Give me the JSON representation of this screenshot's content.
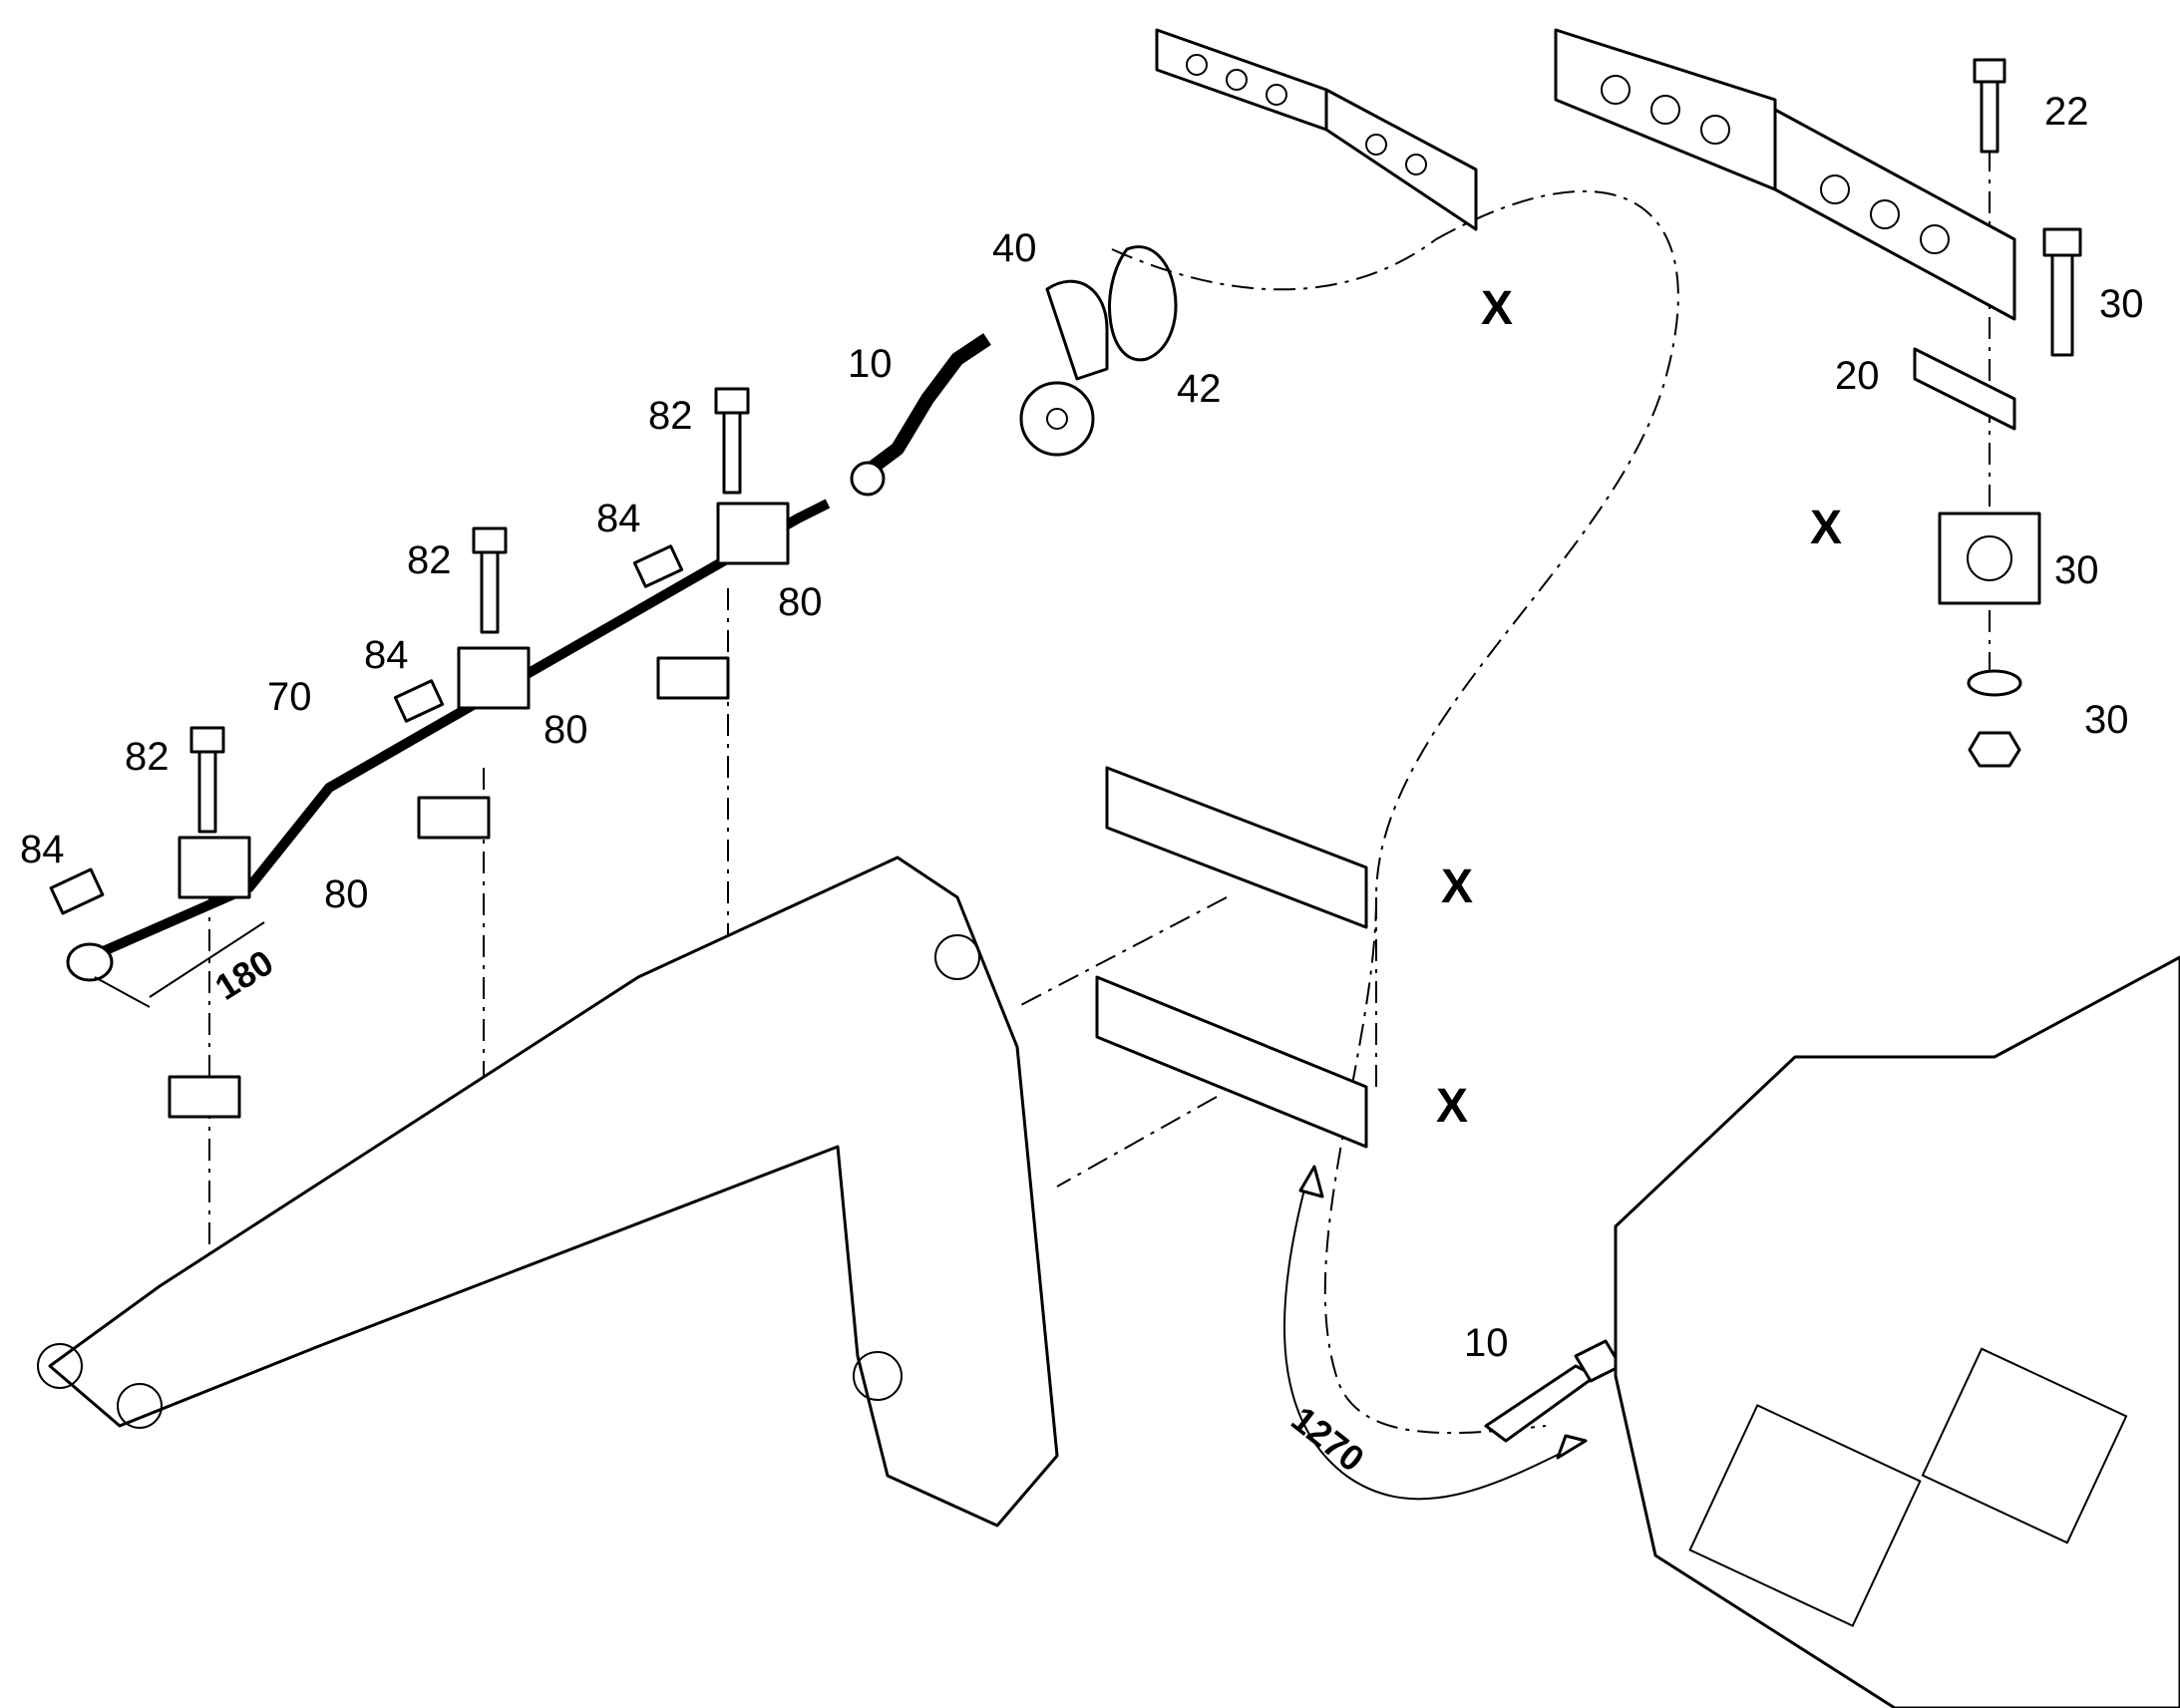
{
  "callouts": {
    "p22": "22",
    "p30a": "30",
    "p20": "20",
    "p30b": "30",
    "p30c": "30",
    "p40": "40",
    "p42": "42",
    "p10a": "10",
    "p82a": "82",
    "p84a": "84",
    "p80a": "80",
    "p82b": "82",
    "p84b": "84",
    "p70": "70",
    "p80b": "80",
    "p82c": "82",
    "p84c": "84",
    "p80c": "80",
    "p10b": "10"
  },
  "detail_marks": {
    "x1": "X",
    "x2": "X",
    "x3": "X",
    "x4": "X"
  },
  "dimensions": {
    "d180": "180",
    "d1270": "1270"
  }
}
